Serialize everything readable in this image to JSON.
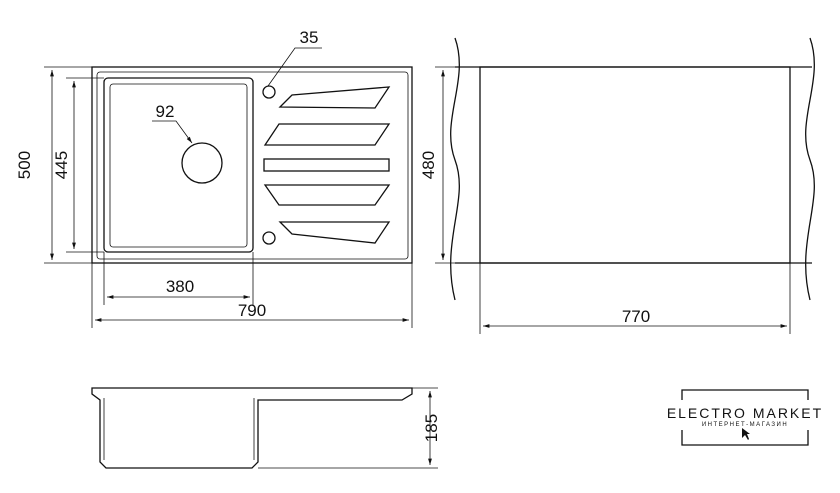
{
  "dimensions": {
    "depth_total": "500",
    "bowl_depth": "445",
    "bowl_width": "380",
    "total_width": "790",
    "drain_diameter": "92",
    "tap_hole": "35",
    "cabinet_depth": "480",
    "cabinet_width": "770",
    "height": "185"
  },
  "logo": {
    "title": "ELECTRO MARKET",
    "subtitle": "ИНТЕРНЕТ-МАГАЗИН"
  }
}
